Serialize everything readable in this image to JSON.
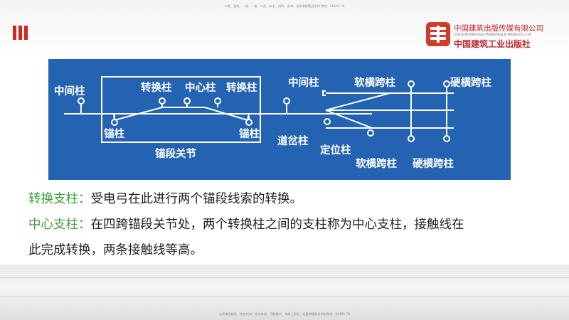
{
  "watermark_top": "二建、监理、一建、一造、二造、安全、消防、咨询、检测课程精品系列 微信：26491 78",
  "watermark_bottom": "名师课程辅导、考点内训、考点串讲、习题精讲、考前三页纸、抢题押题联系QQ/微信：26491 78",
  "logo": {
    "name_cn": "中国建筑出版传媒有限公司",
    "name_en": "China Architecture Publishing & Media Co.,Ltd",
    "calligraphy": "中国建筑工业出版社"
  },
  "diagram": {
    "labels": {
      "middle_pole_left": "中间柱",
      "transition_pole_1": "转换柱",
      "center_pole": "中心柱",
      "transition_pole_2": "转换柱",
      "anchor_pole_left": "锚柱",
      "anchor_pole_right": "锚柱",
      "anchor_section": "锚段关节",
      "middle_pole_right": "中间柱",
      "soft_cross_pole_top": "软横跨柱",
      "hard_cross_pole_top": "硬横跨柱",
      "turnout_pole": "道岔柱",
      "positioning_pole": "定位柱",
      "soft_cross_pole_bottom": "软横跨柱",
      "hard_cross_pole_bottom": "硬横跨柱"
    }
  },
  "text": {
    "line1_term": "转换支柱：",
    "line1_body": "受电弓在此进行两个锚段线索的转换。",
    "line2_term": "中心支柱：",
    "line2_body": "在四跨锚段关节处，两个转换柱之间的支柱称为中心支柱，接触线在",
    "line3_body": "此完成转换，两条接触线等高。"
  },
  "colors": {
    "diagram_bg": "#2363b2",
    "term_green": "#3aa03a",
    "accent_red": "#d9231f"
  }
}
